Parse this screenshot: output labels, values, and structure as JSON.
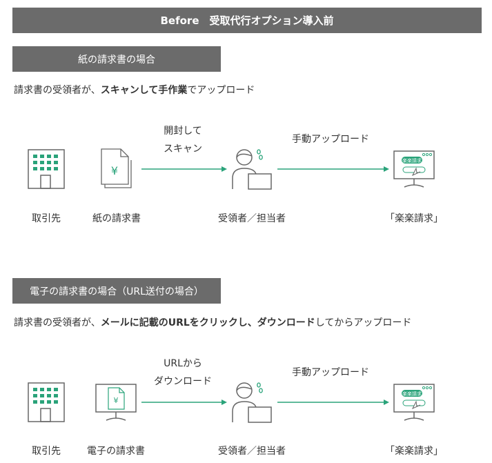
{
  "header": {
    "title": "Before　受取代行オプション導入前"
  },
  "colors": {
    "accent": "#2aa37a",
    "bar": "#6b6b6b",
    "icon_gray": "#666666"
  },
  "sections": [
    {
      "title": "紙の請求書の場合",
      "desc_prefix": "請求書の受領者が、",
      "desc_bold": "スキャンして手作業",
      "desc_suffix": "でアップロード",
      "nodes": [
        "取引先",
        "紙の請求書",
        "受領者／担当者",
        "「楽楽請求」"
      ],
      "step1": [
        "開封して",
        "スキャン"
      ],
      "step2": "手動アップロード",
      "screen_label": "楽楽請求"
    },
    {
      "title": "電子の請求書の場合（URL送付の場合）",
      "desc_prefix": "請求書の受領者が、",
      "desc_bold": "メールに記載のURLをクリックし、ダウンロード",
      "desc_suffix": "してからアップロード",
      "nodes": [
        "取引先",
        "電子の請求書",
        "受領者／担当者",
        "「楽楽請求」"
      ],
      "step1": [
        "URLから",
        "ダウンロード"
      ],
      "step2": "手動アップロード",
      "screen_label": "楽楽請求"
    }
  ],
  "icons": [
    "building-icon",
    "paper-invoice-icon",
    "electronic-invoice-icon",
    "person-laptop-icon",
    "rakuraku-monitor-icon",
    "arrow-icon"
  ]
}
